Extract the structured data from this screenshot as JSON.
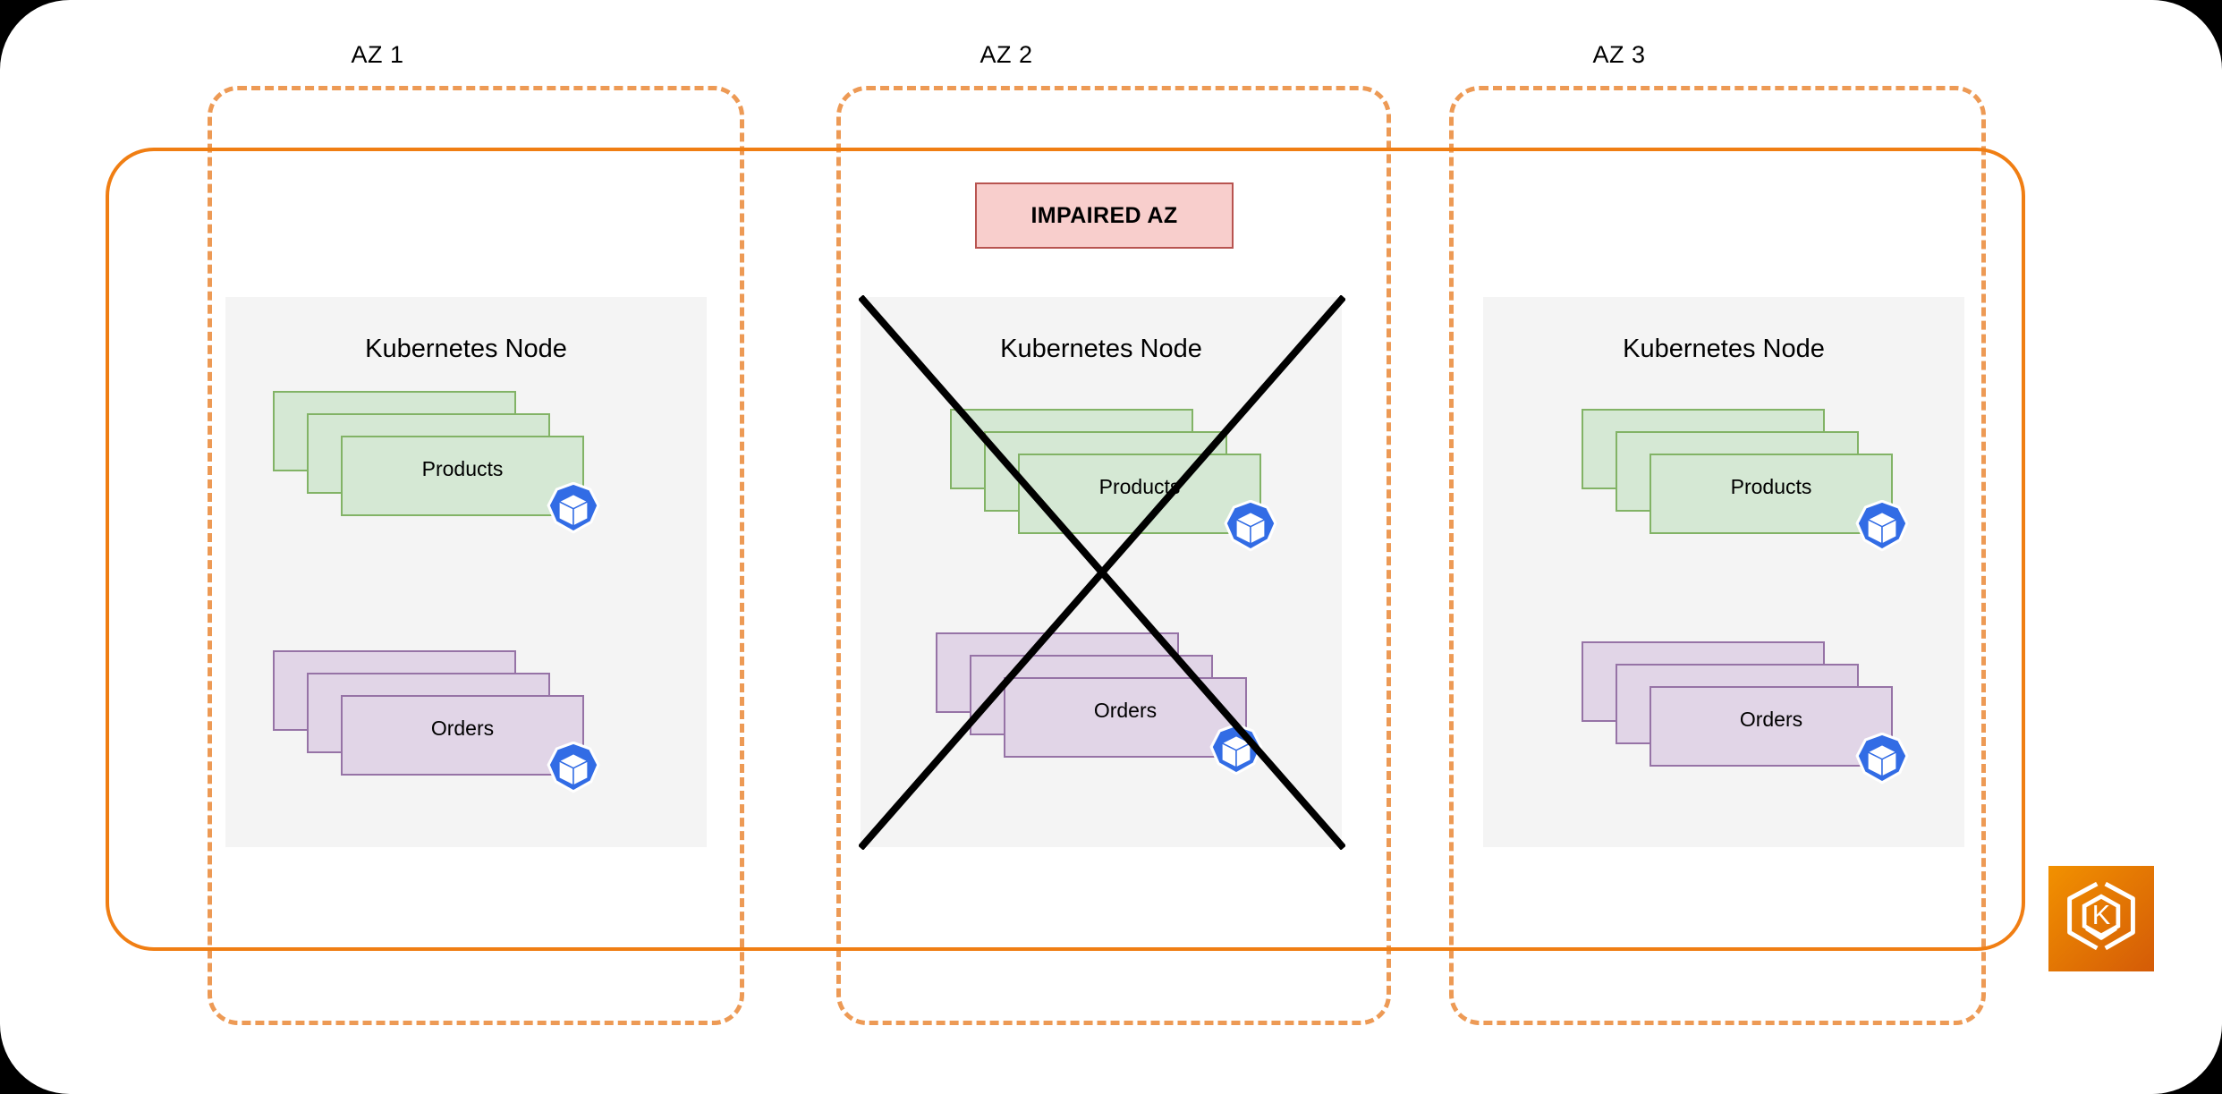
{
  "diagram": {
    "title_hidden": "",
    "colors": {
      "az_border": "#ed9a55",
      "cluster_border": "#f07e13",
      "node_panel": "#f4f4f4",
      "pod_green_fill": "#d5e8d4",
      "pod_green_border": "#82b366",
      "pod_purple_fill": "#e1d5e7",
      "pod_purple_border": "#9673a6",
      "impaired_fill": "#f8cecc",
      "impaired_border": "#b85450",
      "k8s_blue": "#326ce5",
      "eks_orange": "#ed7100",
      "failure_x": "#000000"
    }
  },
  "availability_zones": [
    {
      "id": "az-1",
      "label": "AZ 1",
      "impaired": false,
      "node": {
        "title": "Kubernetes Node",
        "workloads": [
          {
            "name": "Products",
            "replicas": 3,
            "color": "green",
            "icon": "kubernetes-icon"
          },
          {
            "name": "Orders",
            "replicas": 3,
            "color": "purple",
            "icon": "kubernetes-icon"
          }
        ]
      }
    },
    {
      "id": "az-2",
      "label": "AZ 2",
      "impaired": true,
      "impaired_label": "IMPAIRED AZ",
      "node": {
        "title": "Kubernetes Node",
        "workloads": [
          {
            "name": "Products",
            "replicas": 3,
            "color": "green",
            "icon": "kubernetes-icon"
          },
          {
            "name": "Orders",
            "replicas": 3,
            "color": "purple",
            "icon": "kubernetes-icon"
          }
        ]
      }
    },
    {
      "id": "az-3",
      "label": "AZ 3",
      "impaired": false,
      "node": {
        "title": "Kubernetes Node",
        "workloads": [
          {
            "name": "Products",
            "replicas": 3,
            "color": "green",
            "icon": "kubernetes-icon"
          },
          {
            "name": "Orders",
            "replicas": 3,
            "color": "purple",
            "icon": "kubernetes-icon"
          }
        ]
      }
    }
  ],
  "cluster": {
    "service_icon": "aws-eks-icon",
    "service_icon_letter": "K"
  }
}
